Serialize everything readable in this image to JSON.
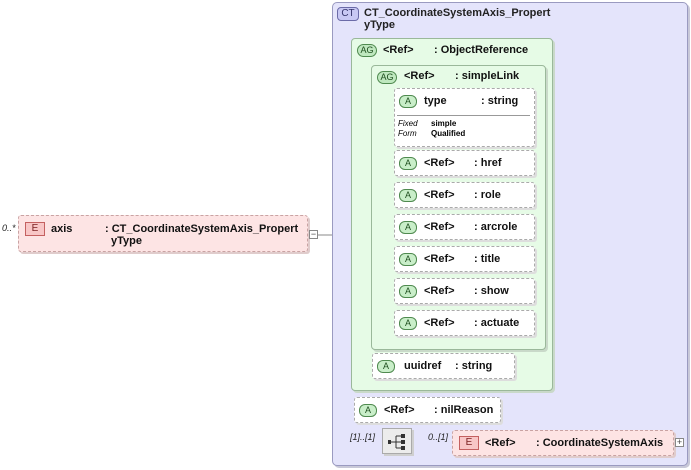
{
  "root_element": {
    "badge": "E",
    "occurrence": "0..*",
    "name": "axis",
    "type": ": CT_CoordinateSystemAxis_Propert",
    "type_wrap": "yType"
  },
  "complex_type": {
    "badge": "CT",
    "title": "CT_CoordinateSystemAxis_Propert",
    "title_wrap": "yType"
  },
  "object_reference_group": {
    "badge": "AG",
    "ref": "<Ref>",
    "type": ": ObjectReference"
  },
  "simple_link_group": {
    "badge": "AG",
    "ref": "<Ref>",
    "type": ": simpleLink"
  },
  "attributes": {
    "type_attr": {
      "badge": "A",
      "name": "type",
      "type": ": string",
      "fixed_label": "Fixed",
      "fixed_value": "simple",
      "form_label": "Form",
      "form_value": "Qualified"
    },
    "href": {
      "badge": "A",
      "ref": "<Ref>",
      "type": ": href"
    },
    "role": {
      "badge": "A",
      "ref": "<Ref>",
      "type": ": role"
    },
    "arcrole": {
      "badge": "A",
      "ref": "<Ref>",
      "type": ": arcrole"
    },
    "title": {
      "badge": "A",
      "ref": "<Ref>",
      "type": ": title"
    },
    "show": {
      "badge": "A",
      "ref": "<Ref>",
      "type": ": show"
    },
    "actuate": {
      "badge": "A",
      "ref": "<Ref>",
      "type": ": actuate"
    },
    "uuidref": {
      "badge": "A",
      "name": "uuidref",
      "type": ": string"
    },
    "nil_reason": {
      "badge": "A",
      "ref": "<Ref>",
      "type": ": nilReason"
    }
  },
  "sequence": {
    "occurrence": "[1]..[1]"
  },
  "child_element": {
    "badge": "E",
    "occurrence": "0..[1]",
    "ref": "<Ref>",
    "type": ": CoordinateSystemAxis"
  },
  "expanders": {
    "root": "−",
    "child": "+"
  }
}
